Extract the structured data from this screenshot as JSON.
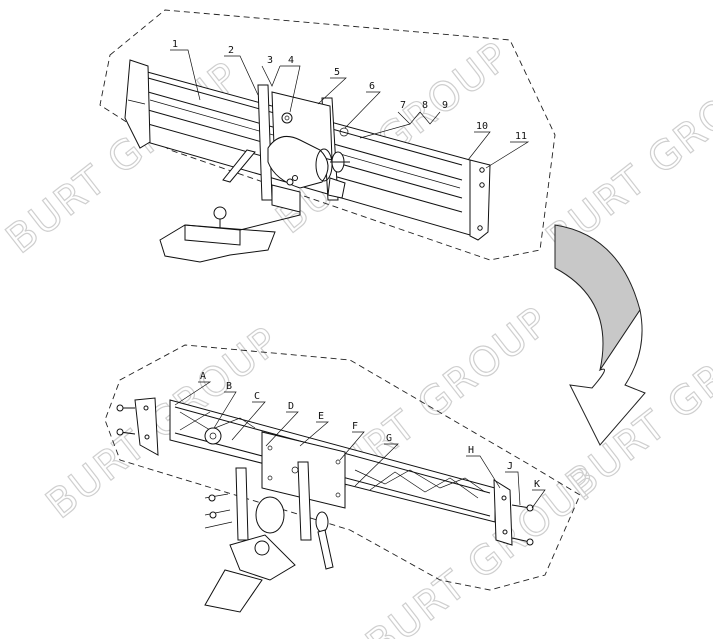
{
  "watermark": "BURT GROUP",
  "upper_callouts": [
    "1",
    "2",
    "3",
    "4",
    "5",
    "6",
    "7",
    "8",
    "9",
    "10",
    "11"
  ],
  "lower_callouts": [
    "A",
    "B",
    "C",
    "D",
    "E",
    "F",
    "G",
    "H",
    "J",
    "K"
  ],
  "arrow_color": "#c8c8c8"
}
